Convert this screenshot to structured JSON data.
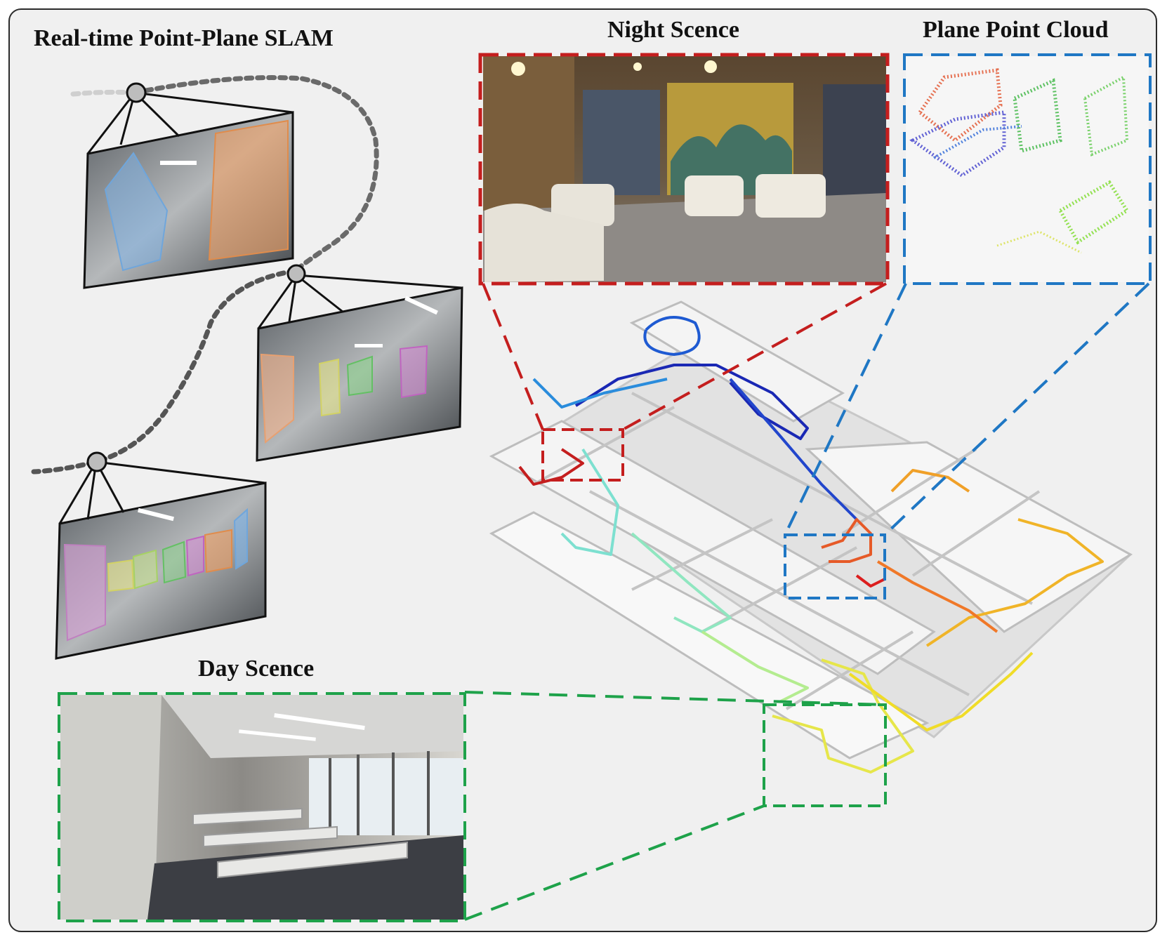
{
  "titles": {
    "slam": "Real-time Point-Plane SLAM",
    "night": "Night Scence",
    "plane_cloud": "Plane Point Cloud",
    "day": "Day Scence"
  },
  "colors": {
    "night_box": "#c41e1e",
    "cloud_box": "#1f77c4",
    "day_box": "#1ea24a",
    "frame_border": "#2b2b2b",
    "background": "#f0f0f0"
  },
  "plane_colors": [
    "#7fb3e6",
    "#f0a064",
    "#f5b48c",
    "#e6e68c",
    "#8cd28c",
    "#d28cd2",
    "#d2a0d2",
    "#c8e68c"
  ]
}
